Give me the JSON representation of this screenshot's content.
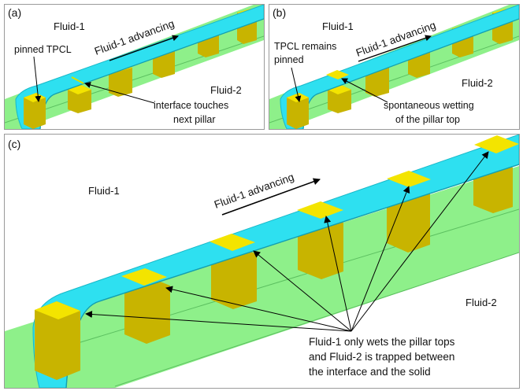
{
  "colors": {
    "fluid2_solid": "#8ef08a",
    "fluid1": "#2ee0f0",
    "pillar": "#c8b400",
    "pillar_top": "#f3e400",
    "border": "#9a9a9a"
  },
  "panel_a": {
    "label": "(a)",
    "fluid1": "Fluid-1",
    "fluid2": "Fluid-2",
    "advancing": "Fluid-1 advancing",
    "pinned": "pinned TPCL",
    "interface_line1": "interface touches",
    "interface_line2": "next pillar"
  },
  "panel_b": {
    "label": "(b)",
    "fluid1": "Fluid-1",
    "fluid2": "Fluid-2",
    "advancing": "Fluid-1 advancing",
    "tpcl_line1": "TPCL remains",
    "tpcl_line2": "pinned",
    "wetting_line1": "spontaneous wetting",
    "wetting_line2": "of the pillar top"
  },
  "panel_c": {
    "label": "(c)",
    "fluid1": "Fluid-1",
    "fluid2": "Fluid-2",
    "advancing": "Fluid-1 advancing",
    "note_line1": "Fluid-1 only wets the pillar tops",
    "note_line2": "and Fluid-2 is trapped between",
    "note_line3": "the interface and the solid"
  }
}
